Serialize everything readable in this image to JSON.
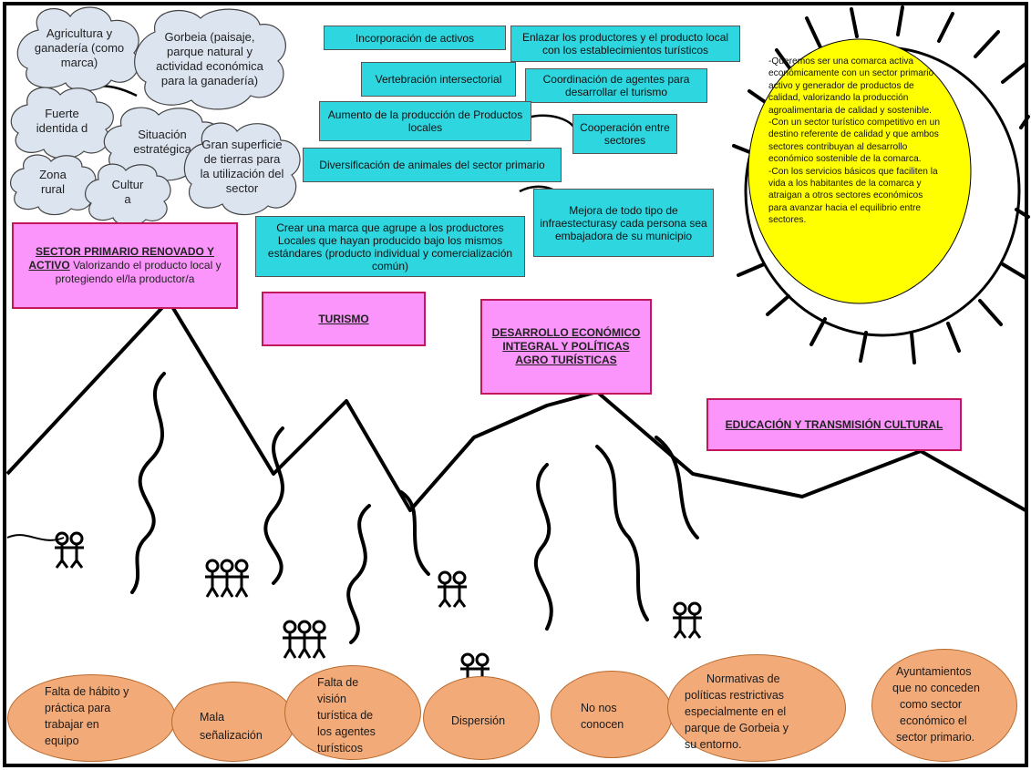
{
  "clouds": {
    "agricultura": "Agricultura y ganadería (como marca)",
    "gorbeia": "Gorbeia (paisaje, parque natural y actividad económica para la ganadería)",
    "fuerte_identidad": "Fuerte identida d",
    "situacion": "Situación estratégica",
    "gran_superficie": "Gran superficie de tierras para la utilización del sector",
    "zona_rural": "Zona rural",
    "cultura": "Cultur a"
  },
  "actions": {
    "incorporacion": "Incorporación de activos",
    "enlazar": "Enlazar los productores y el producto local con los establecimientos turísticos",
    "vertebracion": "Vertebración intersectorial",
    "coordinacion": "Coordinación de agentes para desarrollar el turismo",
    "aumento": "Aumento de la producción de Productos locales",
    "cooperacion": "Cooperación entre sectores",
    "diversificacion": "Diversificación de animales del sector primario",
    "mejora": "Mejora de todo tipo de infraestecturasy cada persona sea embajadora de su municipio",
    "marca": "Crear una marca que agrupe a los productores Locales que hayan producido bajo los mismos estándares (producto individual y comercialización común)"
  },
  "goals": {
    "sector_primario_title": "SECTOR PRIMARIO RENOVADO Y ACTIVO",
    "sector_primario_desc": "Valorizando el producto local y protegiendo el/la productor/a",
    "turismo": "TURISMO",
    "desarrollo": "DESARROLLO ECONÓMICO INTEGRAL Y POLÍTICAS AGRO TURÍSTICAS",
    "educacion": "EDUCACIÓN Y TRANSMISIÓN CULTURAL"
  },
  "vision": {
    "p1": "-Queremos ser una comarca activa económicamente con un sector primario activo y generador de productos de calidad, valorizando la producción agroalimentaria de calidad y sostenible.",
    "p2": "-Con un  sector turístico competitivo en un destino referente de calidad y que ambos sectores contribuyan al desarrollo económico sostenible de la comarca.",
    "p3": "-Con los servicios básicos que faciliten la vida a los habitantes de la comarca y atraigan a otros sectores económicos para avanzar hacia el equilibrio entre sectores."
  },
  "obstacles": {
    "o1": [
      "Falta de hábito y",
      "práctica para",
      "trabajar en",
      "equipo"
    ],
    "o2": [
      "Mala",
      "señalización"
    ],
    "o3": [
      "Falta de",
      "visión",
      "turística de",
      "los agentes",
      "turísticos"
    ],
    "o4": [
      "Dispersión"
    ],
    "o5": [
      "No nos",
      "conocen"
    ],
    "o6": [
      "Normativas de",
      "políticas restrictivas",
      "especialmente  en el",
      "parque de Gorbeia y",
      "su entorno."
    ],
    "o7": [
      "Ayuntamientos",
      "que no conceden",
      "como sector",
      "económico el",
      "sector primario."
    ]
  },
  "colors": {
    "cloud_fill": "#dce4f0",
    "action_box": "#2ed6df",
    "goal_box": "#fb95fb",
    "goal_border": "#c2185b",
    "sun": "#ffff00",
    "obstacle": "#f3aa79"
  },
  "icons": {
    "sun": "sun-drawing",
    "mountains": "mountain-range-drawing",
    "people": "stick-figure-group",
    "paths": "winding-path"
  }
}
